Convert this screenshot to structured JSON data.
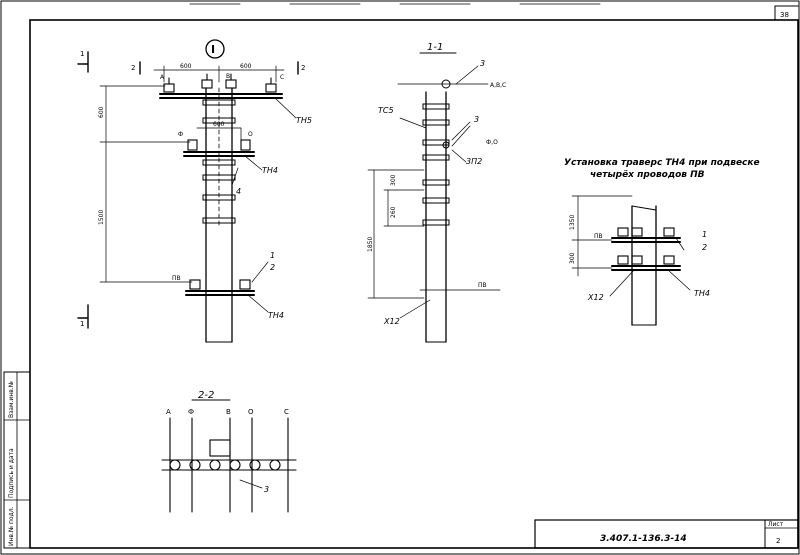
{
  "sheet": {
    "page_number": "38",
    "doc_code": "3.407.1-136.3-14",
    "sheet_label": "Лист",
    "sheet_no": "2",
    "stamp": [
      "Инв.№ подл.",
      "Подпись и дата",
      "Взам.инв.№"
    ]
  },
  "view_main": {
    "roman_numeral": "I",
    "section_1_left": "1",
    "section_1_bottom": "1",
    "section_2_left": "2",
    "section_2_right": "2",
    "phase_a": "А",
    "phase_b": "В",
    "phase_c": "С",
    "phase_f": "Ф",
    "phase_o": "О",
    "dim_600_left": "600",
    "dim_600_right": "600",
    "dim_600_vertical": "600",
    "dim_600_mid": "600",
    "dim_1500": "1500",
    "pv_label": "ПВ",
    "tn5": "ТН5",
    "tn4_top": "ТН4",
    "tn4_bottom": "ТН4",
    "callout_4": "4",
    "callout_1": "1",
    "callout_2": "2"
  },
  "view_section_1_1": {
    "title": "1-1",
    "callout_3_top": "3",
    "phases_abc": "А,В,С",
    "tg5": "ТС5",
    "callout_3_mid": "3",
    "phase_fo": "Ф,О",
    "zp2": "3П2",
    "dim_300": "300",
    "dim_260": "260",
    "dim_1850": "1850",
    "pv_label": "ПВ",
    "x12": "Х12"
  },
  "view_section_2_2": {
    "title": "2-2",
    "phases": [
      "А",
      "Ф",
      "В",
      "О",
      "С"
    ],
    "callout_3": "3"
  },
  "view_traverse": {
    "title_line1": "Установка траверс ТН4 при подвеске",
    "title_line2": "четырёх проводов ПВ",
    "dim_1350": "1350",
    "dim_300": "300",
    "pv_label": "ПВ",
    "callout_1": "1",
    "callout_2": "2",
    "x12": "Х12",
    "tn4": "ТН4"
  }
}
